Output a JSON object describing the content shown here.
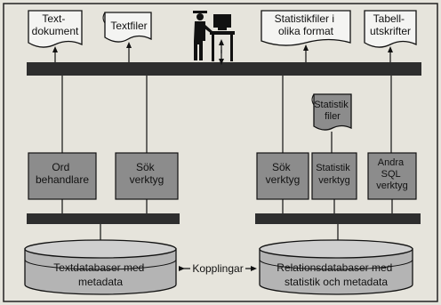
{
  "outputs": {
    "text_doc": [
      "Text-",
      "dokument"
    ],
    "text_files": [
      "Textfiler"
    ],
    "stat_formats": [
      "Statistikfiler i",
      "olika format"
    ],
    "tables": [
      "Tabell-",
      "utskrifter"
    ]
  },
  "stat_files": [
    "Statistik",
    "filer"
  ],
  "tools": {
    "word_processor": [
      "Ord",
      "behandlare"
    ],
    "search_left": [
      "Sök",
      "verktyg"
    ],
    "search_right": [
      "Sök",
      "verktyg"
    ],
    "stat_tool": [
      "Statistik",
      "verktyg"
    ],
    "sql_tool": [
      "Andra",
      "SQL",
      "verktyg"
    ]
  },
  "databases": {
    "text_db": [
      "Textdatabaser med",
      "metadata"
    ],
    "rel_db": [
      "Relationsdatabaser med",
      "statistik och metadata"
    ]
  },
  "link_label": "Kopplingar",
  "colors": {
    "bar": "#2e2e2e",
    "tool_box": "#8c8c8c",
    "paper": "#f4f4f2",
    "db": "#b4b4b4",
    "frame": "#222222",
    "background": "#e6e4dc"
  }
}
